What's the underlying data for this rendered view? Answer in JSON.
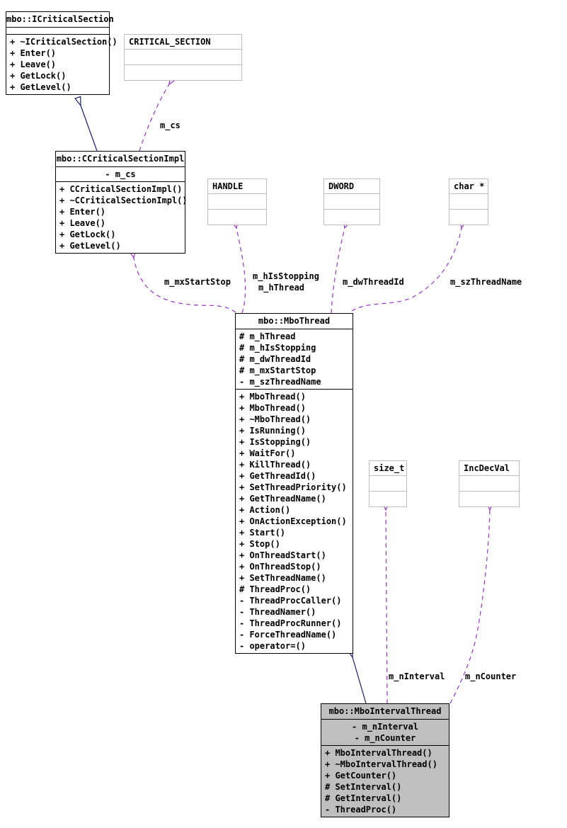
{
  "diagram": {
    "classes": [
      {
        "id": "icriticalsection",
        "kind": "class",
        "title": "mbo::ICriticalSection",
        "attrs": [],
        "attrs_align": "left",
        "methods": [
          "+ ~ICriticalSection()",
          "+ Enter()",
          "+ Leave()",
          "+ GetLock()",
          "+ GetLevel()"
        ]
      },
      {
        "id": "critical-section",
        "kind": "type",
        "title": "CRITICAL_SECTION"
      },
      {
        "id": "ccriticalsectionimpl",
        "kind": "class",
        "title": "mbo::CCriticalSectionImpl",
        "attrs": [
          "- m_cs"
        ],
        "attrs_align": "center",
        "methods": [
          "+ CCriticalSectionImpl()",
          "+ ~CCriticalSectionImpl()",
          "+ Enter()",
          "+ Leave()",
          "+ GetLock()",
          "+ GetLevel()"
        ]
      },
      {
        "id": "handle",
        "kind": "type",
        "title": "HANDLE"
      },
      {
        "id": "dword",
        "kind": "type",
        "title": "DWORD"
      },
      {
        "id": "char-ptr",
        "kind": "type",
        "title": "char *"
      },
      {
        "id": "mbothread",
        "kind": "class",
        "title": "mbo::MboThread",
        "attrs": [
          "# m_hThread",
          "# m_hIsStopping",
          "# m_dwThreadId",
          "# m_mxStartStop",
          "- m_szThreadName"
        ],
        "attrs_align": "left",
        "methods": [
          "+ MboThread()",
          "+ MboThread()",
          "+ ~MboThread()",
          "+ IsRunning()",
          "+ IsStopping()",
          "+ WaitFor()",
          "+ KillThread()",
          "+ GetThreadId()",
          "+ SetThreadPriority()",
          "+ GetThreadName()",
          "+ Action()",
          "+ OnActionException()",
          "+ Start()",
          "+ Stop()",
          "+ OnThreadStart()",
          "+ OnThreadStop()",
          "+ SetThreadName()",
          "# ThreadProc()",
          "- ThreadProcCaller()",
          "- ThreadNamer()",
          "- ThreadProcRunner()",
          "- ForceThreadName()",
          "- operator=()"
        ]
      },
      {
        "id": "size-t",
        "kind": "type",
        "title": "size_t"
      },
      {
        "id": "incdecval",
        "kind": "type",
        "title": "IncDecVal"
      },
      {
        "id": "mbointervalthread",
        "kind": "class-highlight",
        "title": "mbo::MboIntervalThread",
        "attrs": [
          "- m_nInterval",
          "- m_nCounter"
        ],
        "attrs_align": "center",
        "methods": [
          "+ MboIntervalThread()",
          "+ ~MboIntervalThread()",
          "+ GetCounter()",
          "# SetInterval()",
          "# GetInterval()",
          "- ThreadProc()"
        ]
      }
    ],
    "edge_labels": {
      "m_cs": "m_cs",
      "m_mxStartStop": "m_mxStartStop",
      "m_hIsStopping": "m_hIsStopping",
      "m_hThread": "m_hThread",
      "m_dwThreadId": "m_dwThreadId",
      "m_szThreadName": "m_szThreadName",
      "m_nInterval": "m_nInterval",
      "m_nCounter": "m_nCounter"
    },
    "colors": {
      "usage_edge": "#9a32cd",
      "inheritance_edge": "#191970",
      "highlight_fill": "#bfbfbf",
      "type_border": "#bebebe",
      "class_border": "#000000"
    }
  }
}
